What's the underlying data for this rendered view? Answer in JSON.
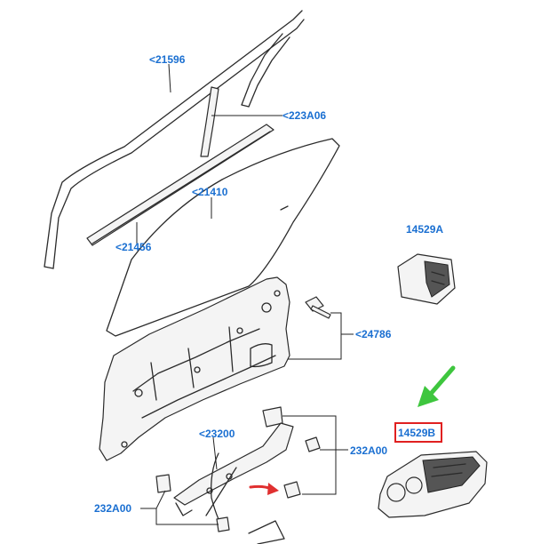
{
  "callouts": {
    "c21596": "<21596",
    "c223A06": "<223A06",
    "c21410": "<21410",
    "c21456": "<21456",
    "c14529A": "14529A",
    "c24786": "<24786",
    "c23200": "<23200",
    "c232A00_right": "232A00",
    "c14529B": "14529B",
    "c232A00_left": "232A00"
  },
  "colors": {
    "callout_text": "#1a6fd1",
    "highlight_box": "#e02020",
    "green_arrow": "#3ec63e",
    "red_arrow": "#e03030"
  },
  "highlight": {
    "part": "14529B"
  }
}
